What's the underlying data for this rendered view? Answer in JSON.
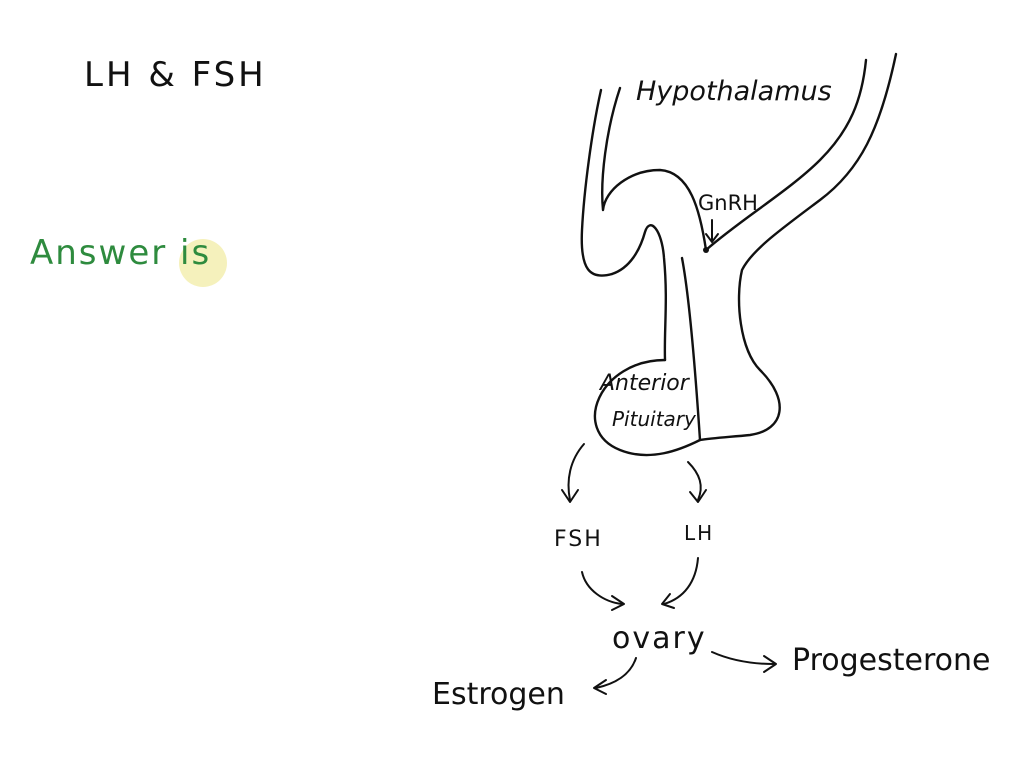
{
  "notes": {
    "line1": "LH & FSH",
    "line2_prefix": "Answer ",
    "line2_word": "is"
  },
  "diagram": {
    "hypothalamus": "Hypothalamus",
    "gnrh": "GnRH",
    "anterior_line1": "Anterior",
    "anterior_line2": "Pituitary",
    "fsh": "FSH",
    "lh": "LH",
    "ovary": "ovary",
    "estrogen": "Estrogen",
    "progesterone": "Progesterone"
  },
  "colors": {
    "ink": "#111111",
    "answer": "#2e8b3e",
    "highlight": "#f3efb0"
  }
}
